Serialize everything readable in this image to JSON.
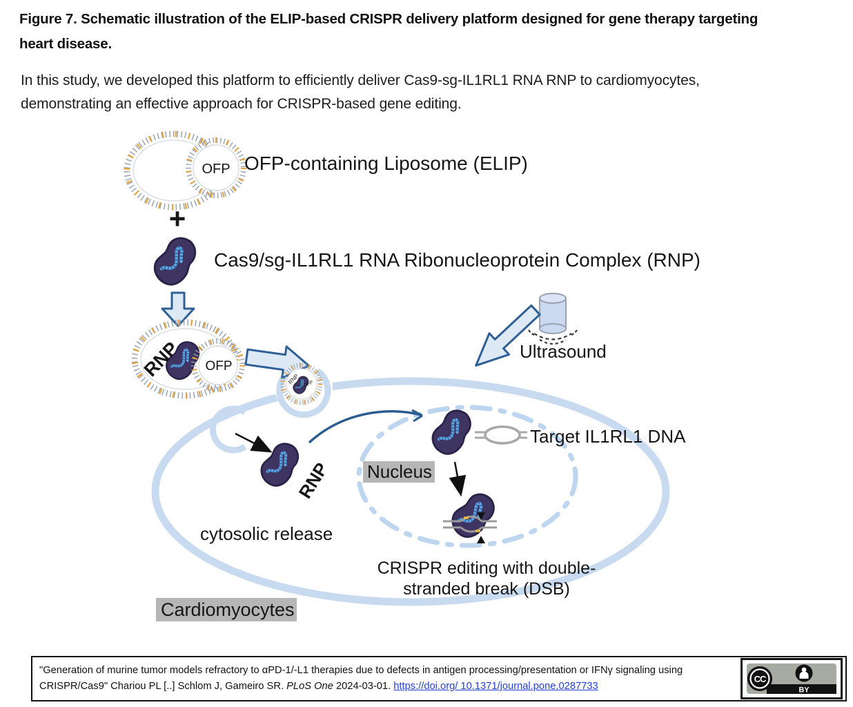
{
  "figure": {
    "title_line1": "Figure 7. Schematic illustration of the ELIP-based CRISPR delivery platform designed for gene therapy targeting",
    "title_line2": "heart disease.",
    "desc_line1": "In this study, we developed this platform to efficiently deliver Cas9-sg-IL1RL1 RNA RNP to cardiomyocytes,",
    "desc_line2": "demonstrating an effective approach for CRISPR-based gene editing."
  },
  "diagram": {
    "elip_label": "OFP-containing Liposome (ELIP)",
    "plus_sign": "+",
    "rnp_complex_label": "Cas9/sg-IL1RL1 RNA Ribonucleoprotein Complex (RNP)",
    "ofp_tag": "OFP",
    "rnp_tag": "RNP",
    "ultrasound_label": "Ultrasound",
    "target_dna_label": "Target IL1RL1 DNA",
    "nucleus_label": "Nucleus",
    "cytosolic_release_label": "cytosolic release",
    "crispr_editing_line1": "CRISPR editing with double-",
    "crispr_editing_line2": "stranded break (DSB)",
    "cardiomyocytes_label": "Cardiomyocytes",
    "icons": {
      "liposome": "liposome-ring-icon",
      "rnp_blob": "cas9-rnp-protein-icon",
      "ultrasound": "ultrasound-transducer-icon",
      "license": "cc-by-license-icon"
    },
    "colors": {
      "membrane_blue": "#c7daf0",
      "nucleus_blue": "#bdd5ef",
      "arrow_outline": "#2e5f95",
      "arrow_fill": "#dde9f5",
      "rnp_purple": "#3f3563",
      "sgrna_blue": "#5fa3e0",
      "lipid_gray": "#99a4b2",
      "lipid_orange": "#e8a43d",
      "label_bg_gray": "#b6b6b6",
      "link_blue": "#2340d0"
    }
  },
  "citation": {
    "line1": "\"Generation of murine tumor models refractory to αPD-1/-L1 therapies due to defects in antigen processing/presentation or IFNγ signaling using",
    "line2_pre": "CRISPR/Cas9\" Chariou PL [..] Schlom J, Gameiro SR. ",
    "journal": "PLoS One",
    "line2_mid": " 2024-03-01. ",
    "link_text": "https://doi.org/ 10.1371/journal.pone.0287733",
    "license_cc": "CC",
    "license_by": "BY"
  }
}
